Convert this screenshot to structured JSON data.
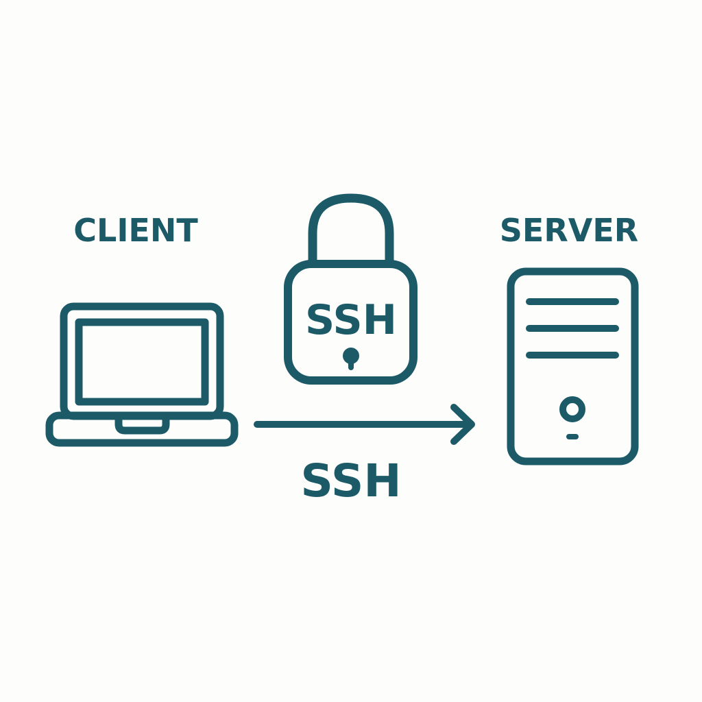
{
  "diagram": {
    "client_label": "CLIENT",
    "server_label": "SERVER",
    "lock_label": "SSH",
    "arrow_label": "SSH"
  },
  "colors": {
    "stroke": "#1b5a66",
    "background": "#fdfdfc"
  },
  "icons": {
    "client": "laptop-icon",
    "lock": "padlock-icon",
    "server": "server-tower-icon",
    "connection": "arrow-right-icon"
  }
}
